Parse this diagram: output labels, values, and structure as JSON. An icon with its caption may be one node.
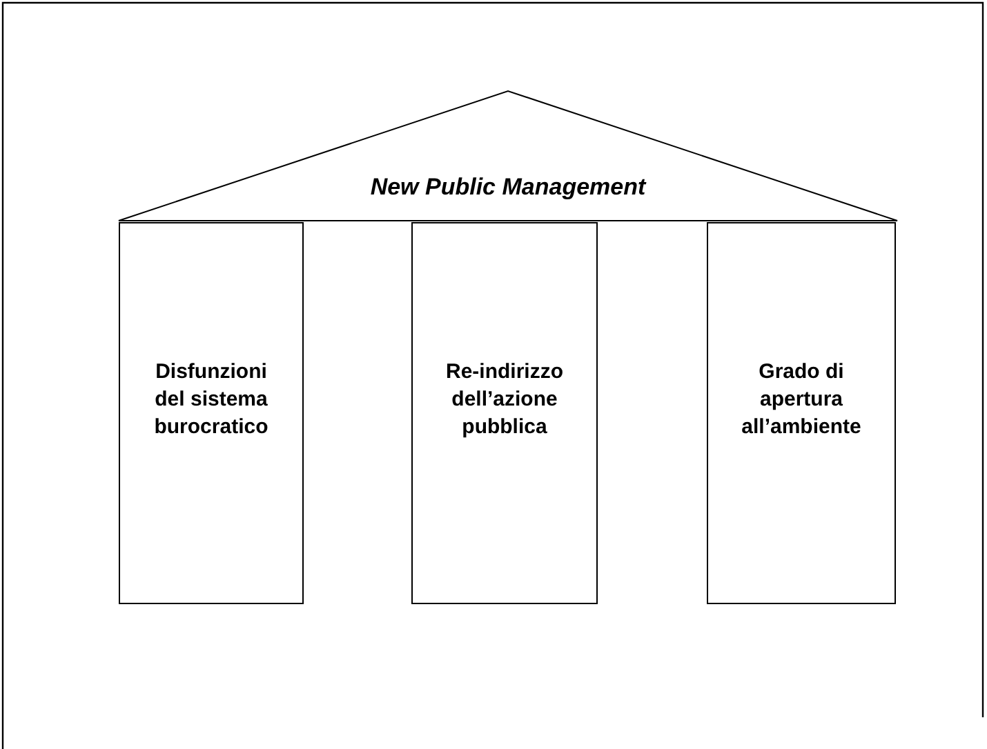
{
  "diagram": {
    "nodes": [
      {
        "text": [
          "New Public Management"
        ]
      },
      {
        "text": [
          "Disfunzioni del sistema burocratico"
        ]
      },
      {
        "text": [
          "Re-indirizzo dell’azione pubblica"
        ]
      },
      {
        "text": [
          "Grado di apertura all’ambiente"
        ]
      }
    ]
  }
}
